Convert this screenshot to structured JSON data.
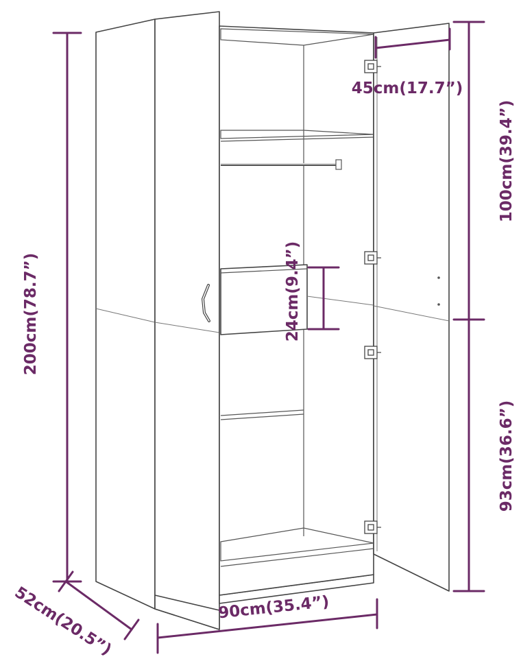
{
  "dimensions": {
    "height_total": "200cm(78.7”)",
    "depth": "52cm(20.5”)",
    "width": "90cm(35.4”)",
    "inner_depth": "45cm(17.7”)",
    "upper_height": "100cm(39.4”)",
    "lower_height": "93cm(36.6”)",
    "drawer_height": "24cm(9.4”)"
  },
  "colors": {
    "dimension": "#6b2a66",
    "outline": "#444444"
  }
}
